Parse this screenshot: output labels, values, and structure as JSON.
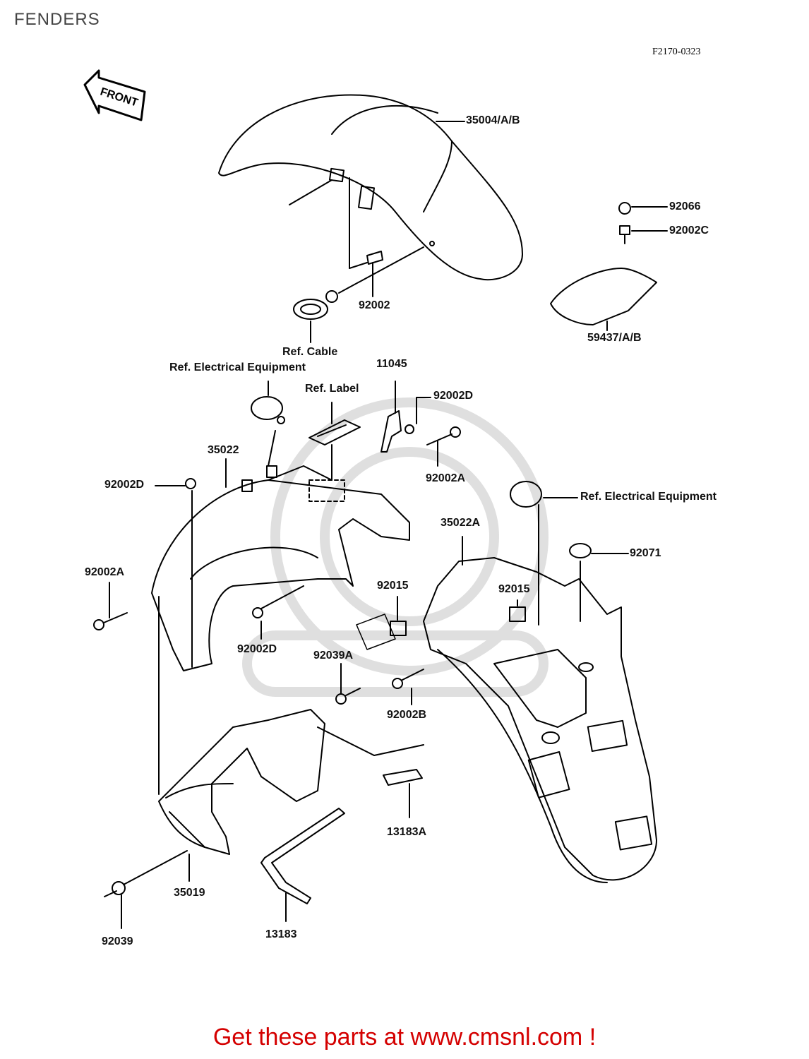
{
  "page": {
    "title": "FENDERS",
    "diagram_code": "F2170-0323",
    "front_arrow_label": "FRONT",
    "footer_text": "Get these parts at www.cmsnl.com !"
  },
  "labels": {
    "p35004": "35004/A/B",
    "p92066": "92066",
    "p92002C": "92002C",
    "p92002_top": "92002",
    "p59437": "59437/A/B",
    "ref_cable": "Ref. Cable",
    "ref_elec_1": "Ref. Electrical Equipment",
    "p11045": "11045",
    "ref_label": "Ref. Label",
    "p92002D_1": "92002D",
    "p35022": "35022",
    "p92002D_2": "92002D",
    "p92002A_1": "92002A",
    "ref_elec_2": "Ref. Electrical Equipment",
    "p35022A": "35022A",
    "p92071": "92071",
    "p92002A_2": "92002A",
    "p92015_1": "92015",
    "p92015_2": "92015",
    "p92002D_3": "92002D",
    "p92039A": "92039A",
    "p92002B": "92002B",
    "p13183A": "13183A",
    "p35019": "35019",
    "p13183": "13183",
    "p92039": "92039"
  },
  "colors": {
    "footer": "#d40000",
    "line": "#000000"
  }
}
